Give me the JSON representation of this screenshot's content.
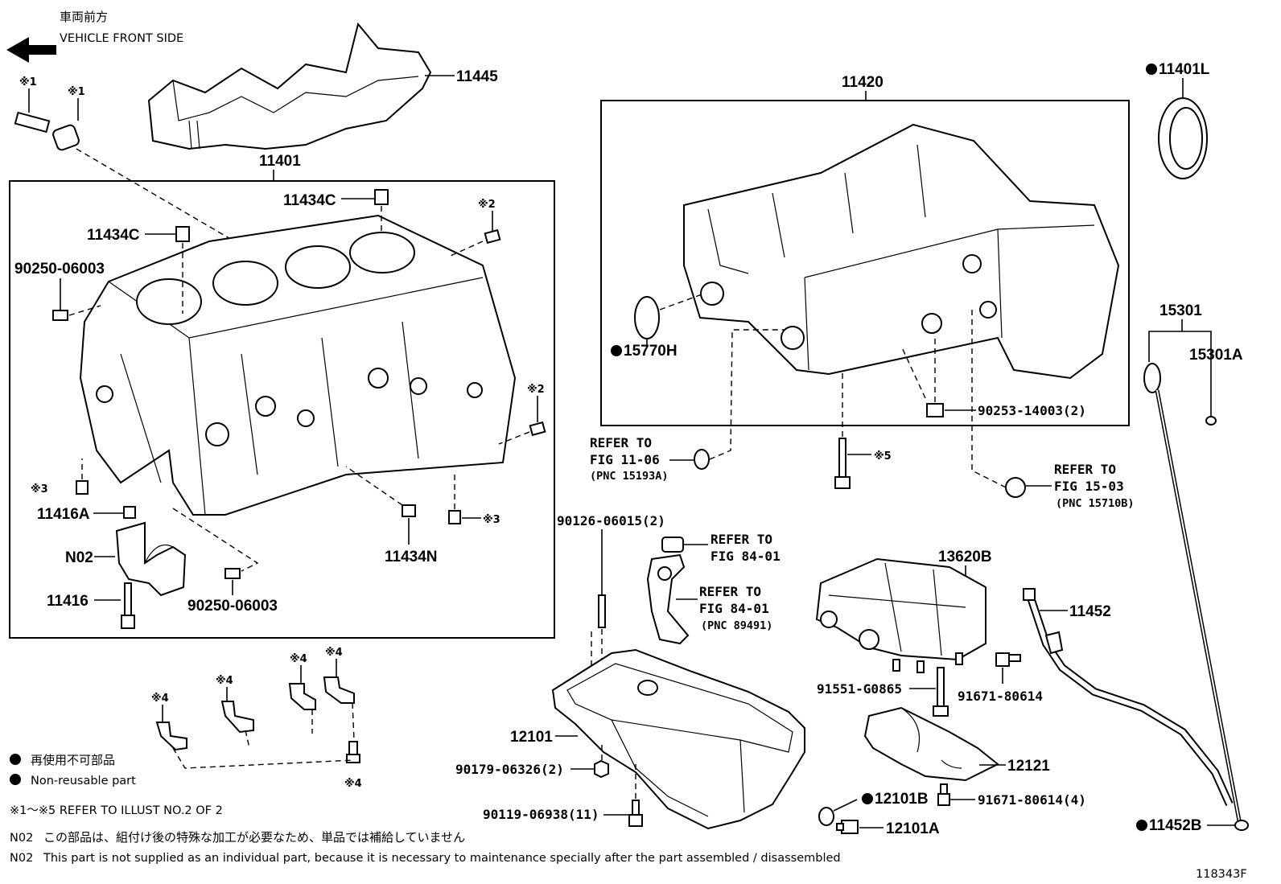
{
  "header": {
    "front_jp": "車両前方",
    "front_en": "VEHICLE FRONT SIDE"
  },
  "parts": {
    "p11445": "11445",
    "p11401": "11401",
    "p11434c_a": "11434C",
    "p11434c_b": "11434C",
    "p90250_a": "90250-06003",
    "p90250_b": "90250-06003",
    "p11416a": "11416A",
    "pn02": "N02",
    "p11416": "11416",
    "p11434n": "11434N",
    "p11420": "11420",
    "p15770h": "15770H",
    "p90253": "90253-14003(2)",
    "p11401l": "11401L",
    "p15301": "15301",
    "p15301a": "15301A",
    "p90126": "90126-06015(2)",
    "p13620b": "13620B",
    "p11452": "11452",
    "p91551": "91551-G0865",
    "p91671_a": "91671-80614",
    "p12121": "12121",
    "p12101": "12101",
    "p90179": "90179-06326(2)",
    "p90119": "90119-06938(11)",
    "p12101b": "12101B",
    "p91671_b": "91671-80614(4)",
    "p12101a": "12101A",
    "p11452b": "11452B"
  },
  "marks": {
    "m1a": "※1",
    "m1b": "※1",
    "m2a": "※2",
    "m2b": "※2",
    "m3a": "※3",
    "m3b": "※3",
    "m4a": "※4",
    "m4b": "※4",
    "m4c": "※4",
    "m4d": "※4",
    "m4e": "※4",
    "m5": "※5"
  },
  "refs": {
    "r1_l1": "REFER TO",
    "r1_l2": "FIG 11-06",
    "r1_l3": "(PNC 15193A)",
    "r2_l1": "REFER TO",
    "r2_l2": "FIG 15-03",
    "r2_l3": "(PNC 15710B)",
    "r3_l1": "REFER TO",
    "r3_l2": "FIG 84-01",
    "r4_l1": "REFER TO",
    "r4_l2": "FIG 84-01",
    "r4_l3": "(PNC 89491)"
  },
  "legend": {
    "nonreusable_jp": "再使用不可部品",
    "nonreusable_en": "Non-reusable part",
    "refer_note": "※1～※5 REFER TO ILLUST NO.2 OF 2",
    "n02_label_jp": "N02",
    "n02_jp": "この部品は、組付け後の特殊な加工が必要なため、単品では補給していません",
    "n02_label_en": "N02",
    "n02_en": "This part is not supplied as an individual part, because it is necessary to maintenance specially after the part assembled / disassembled",
    "fig_id": "118343F"
  }
}
